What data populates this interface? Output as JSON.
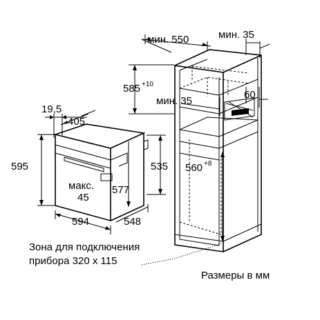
{
  "labels": {
    "min_550": "мин. 550",
    "min_35_top": "мин. 35",
    "d585": "585",
    "d585_sup": "+10",
    "min_35_mid": "мин. 35",
    "d60": "60",
    "d19_5": "19,5",
    "d405": "405",
    "d595": "595",
    "d535": "535",
    "d560": "560",
    "d560_sup": "+8",
    "max_label": "макс.",
    "max_value": "45",
    "d577": "577",
    "d594": "594",
    "d548": "548",
    "zone_line1": "Зона для подключения",
    "zone_line2": "прибора 320 x 115",
    "units": "Размеры в мм"
  }
}
